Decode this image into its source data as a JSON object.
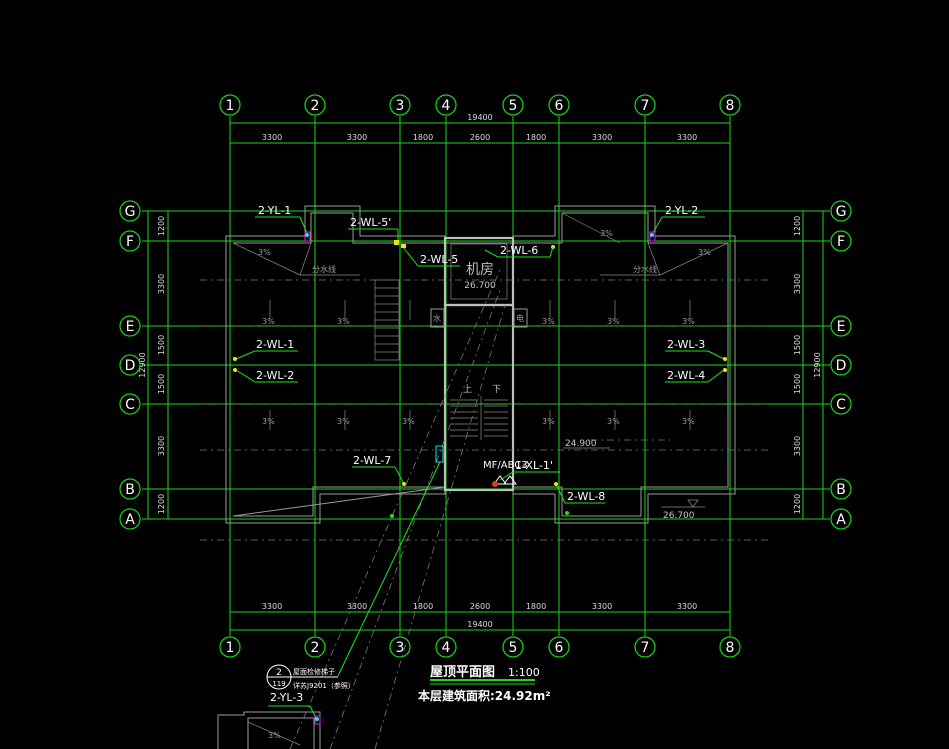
{
  "drawing": {
    "title": "屋顶平面图",
    "scale": "1:100",
    "area_note": "本层建筑面积:24.92m²"
  },
  "axes_columns": [
    "1",
    "2",
    "3",
    "4",
    "5",
    "6",
    "7",
    "8"
  ],
  "axes_rows": [
    "G",
    "F",
    "E",
    "D",
    "C",
    "B",
    "A"
  ],
  "dims": {
    "overall_h": "19400",
    "top_segments": [
      "3300",
      "3300",
      "1800",
      "2600",
      "1800",
      "3300",
      "3300"
    ],
    "bottom_segments": [
      "3300",
      "3300",
      "1800",
      "2600",
      "1800",
      "3300",
      "3300"
    ],
    "overall_v": "12900",
    "left_segments": [
      "1200",
      "3300",
      "1500",
      "1500",
      "3300",
      "1200"
    ],
    "right_segments": [
      "1200",
      "3300",
      "1500",
      "1500",
      "3300",
      "1200"
    ]
  },
  "pipe_labels": {
    "yl1": "2-YL-1",
    "yl2": "2-YL-2",
    "yl3": "2-YL-3",
    "wl1": "2-WL-1",
    "wl2": "2-WL-2",
    "wl3": "2-WL-3",
    "wl4": "2-WL-4",
    "wl5": "2-WL-5",
    "wl5p": "2-WL-5'",
    "wl6": "2-WL-6",
    "wl7": "2-WL-7",
    "wl8": "2-WL-8",
    "xl1": "1-XL-1'"
  },
  "room": {
    "name": "机房",
    "elev": "26.700"
  },
  "elevations": {
    "e1": "24.900",
    "e2": "26.700"
  },
  "equipment": {
    "mf": "MF/ABC3"
  },
  "stair": {
    "up": "上",
    "down": "下"
  },
  "small": {
    "left_box": "水",
    "right_box": "电",
    "slope": "3%",
    "valley": "分水线"
  },
  "detail_ref": {
    "num": "2",
    "sheet": "119",
    "line1": "屋面检修梯子",
    "line2": "详苏J9201（参照）"
  },
  "colors": {
    "grid_green": "#16d916",
    "background": "#000000",
    "pipe_yellow": "#e6e619",
    "pipe_magenta": "#e619e6",
    "pipe_cyan": "#19e6e6"
  }
}
